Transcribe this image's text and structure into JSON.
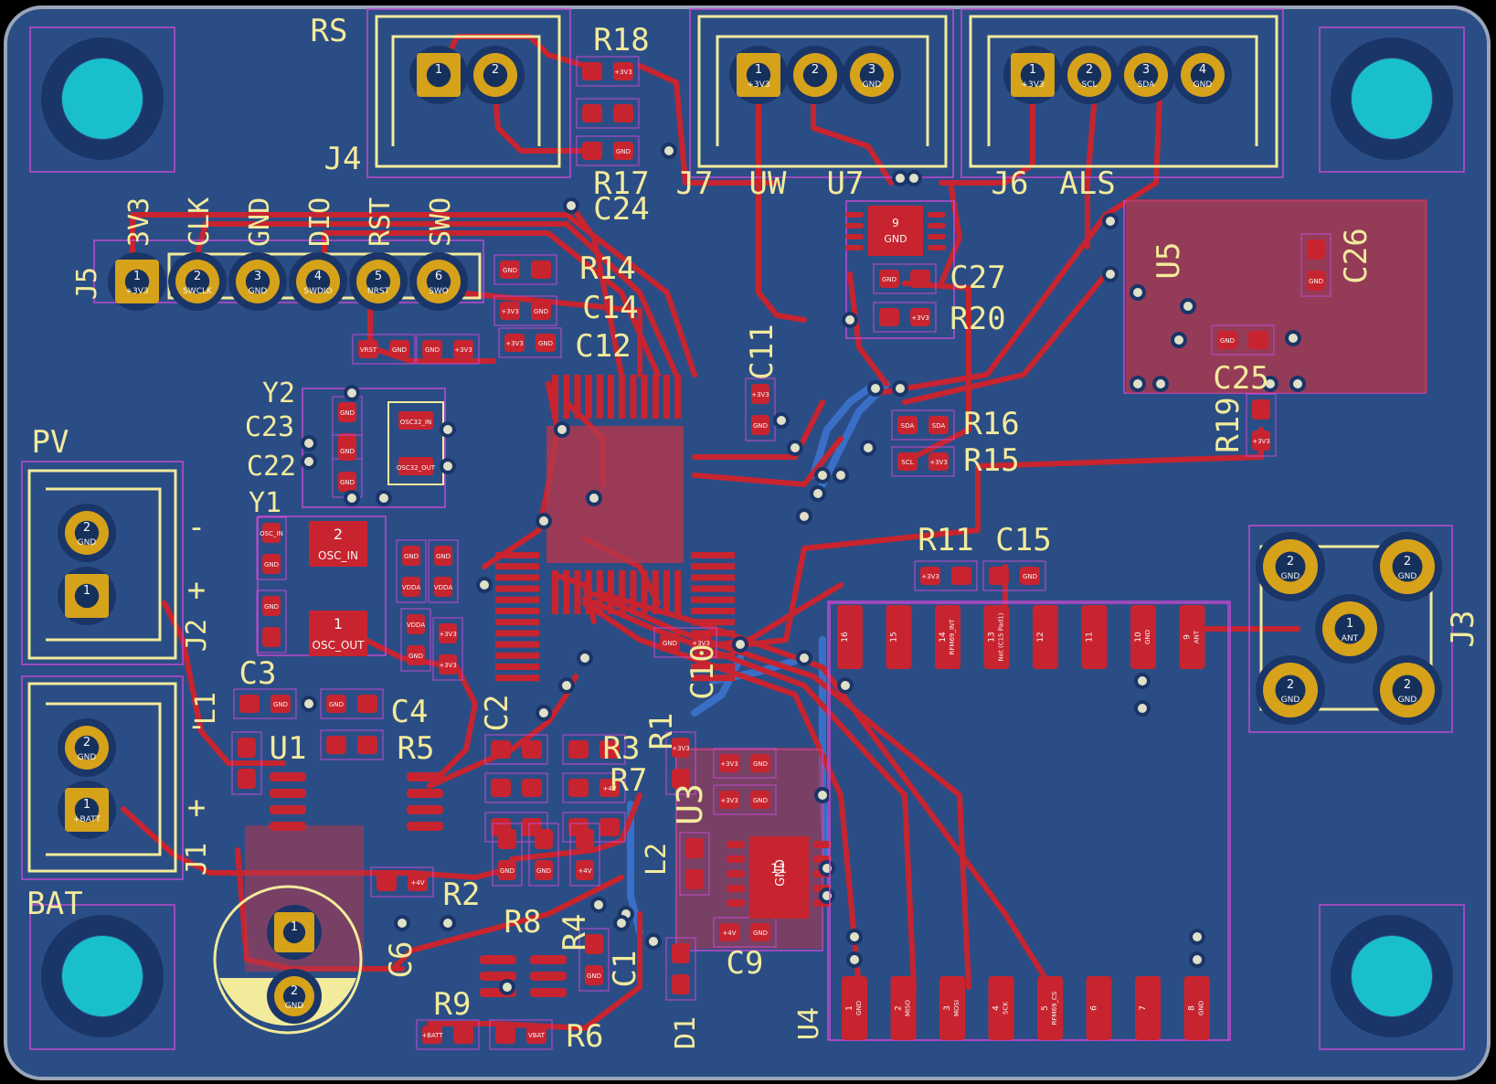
{
  "board": {
    "colors": {
      "board": "#2b4d85",
      "copper_top": "#c8242f",
      "copper_bottom": "#3a6fc7",
      "silkscreen": "#f2eb9c",
      "courtyard": "#c04ad0",
      "pad_gold": "#d6a21a",
      "via": "#e0e0c8",
      "mounting_hole": "#19c0cc"
    },
    "board_labels": [
      {
        "id": "rs",
        "text": "RS"
      },
      {
        "id": "j4",
        "text": "J4"
      },
      {
        "id": "r18",
        "text": "R18"
      },
      {
        "id": "r17",
        "text": "R17"
      },
      {
        "id": "c24",
        "text": "C24"
      },
      {
        "id": "j7",
        "text": "J7"
      },
      {
        "id": "uw",
        "text": "UW"
      },
      {
        "id": "u7",
        "text": "U7"
      },
      {
        "id": "j6",
        "text": "J6"
      },
      {
        "id": "als",
        "text": "ALS"
      },
      {
        "id": "j5",
        "text": "J5"
      },
      {
        "id": "r14",
        "text": "R14"
      },
      {
        "id": "c14",
        "text": "C14"
      },
      {
        "id": "c12",
        "text": "C12"
      },
      {
        "id": "c27",
        "text": "C27"
      },
      {
        "id": "r20",
        "text": "R20"
      },
      {
        "id": "c11",
        "text": "C11"
      },
      {
        "id": "u5",
        "text": "U5"
      },
      {
        "id": "c26",
        "text": "C26"
      },
      {
        "id": "c25",
        "text": "C25"
      },
      {
        "id": "r19",
        "text": "R19"
      },
      {
        "id": "y2",
        "text": "Y2"
      },
      {
        "id": "c23",
        "text": "C23"
      },
      {
        "id": "c22",
        "text": "C22"
      },
      {
        "id": "y1",
        "text": "Y1"
      },
      {
        "id": "pv",
        "text": "PV"
      },
      {
        "id": "minus1",
        "text": "-"
      },
      {
        "id": "plus1",
        "text": "+"
      },
      {
        "id": "j2",
        "text": "J2"
      },
      {
        "id": "r16",
        "text": "R16"
      },
      {
        "id": "r15",
        "text": "R15"
      },
      {
        "id": "r11",
        "text": "R11"
      },
      {
        "id": "c15",
        "text": "C15"
      },
      {
        "id": "j3",
        "text": "J3"
      },
      {
        "id": "c3",
        "text": "C3"
      },
      {
        "id": "l1",
        "text": "L1"
      },
      {
        "id": "c4",
        "text": "C4"
      },
      {
        "id": "u1",
        "text": "U1"
      },
      {
        "id": "r5",
        "text": "R5"
      },
      {
        "id": "c2",
        "text": "C2"
      },
      {
        "id": "r3",
        "text": "R3"
      },
      {
        "id": "r7",
        "text": "R7"
      },
      {
        "id": "r1",
        "text": "R1"
      },
      {
        "id": "u3",
        "text": "U3"
      },
      {
        "id": "l2",
        "text": "L2"
      },
      {
        "id": "c10",
        "text": "C10"
      },
      {
        "id": "minus2",
        "text": "-"
      },
      {
        "id": "plus2",
        "text": "+"
      },
      {
        "id": "j1",
        "text": "J1"
      },
      {
        "id": "bat",
        "text": "BAT"
      },
      {
        "id": "c6",
        "text": "C6"
      },
      {
        "id": "r2",
        "text": "R2"
      },
      {
        "id": "r8",
        "text": "R8"
      },
      {
        "id": "r4",
        "text": "R4"
      },
      {
        "id": "c1",
        "text": "C1"
      },
      {
        "id": "c9",
        "text": "C9"
      },
      {
        "id": "r9",
        "text": "R9"
      },
      {
        "id": "r6",
        "text": "R6"
      },
      {
        "id": "d1",
        "text": "D1"
      },
      {
        "id": "u4",
        "text": "U4"
      }
    ],
    "header_j5_labels": [
      "3V3",
      "CLK",
      "GND",
      "DIO",
      "RST",
      "SWO"
    ],
    "j5_pins": [
      {
        "num": "1",
        "net": "+3V3"
      },
      {
        "num": "2",
        "net": "SWCLK"
      },
      {
        "num": "3",
        "net": "GND"
      },
      {
        "num": "4",
        "net": "SWDIO"
      },
      {
        "num": "5",
        "net": "NRST"
      },
      {
        "num": "6",
        "net": "SWO"
      }
    ],
    "j4_pins": [
      {
        "num": "1",
        "net": ""
      },
      {
        "num": "2",
        "net": ""
      }
    ],
    "j7_pins": [
      {
        "num": "1",
        "net": "+3V3"
      },
      {
        "num": "2",
        "net": ""
      },
      {
        "num": "3",
        "net": "GND"
      }
    ],
    "j6_pins": [
      {
        "num": "1",
        "net": "+3V3"
      },
      {
        "num": "2",
        "net": "SCL"
      },
      {
        "num": "3",
        "net": "SDA"
      },
      {
        "num": "4",
        "net": "GND"
      }
    ],
    "j2_pins": [
      {
        "num": "2",
        "net": "GND"
      },
      {
        "num": "1",
        "net": ""
      }
    ],
    "j1_pins": [
      {
        "num": "2",
        "net": "GND"
      },
      {
        "num": "1",
        "net": "+BATT"
      }
    ],
    "j3_pins": [
      {
        "num": "2",
        "net": "GND"
      },
      {
        "num": "2",
        "net": "GND"
      },
      {
        "num": "1",
        "net": "ANT"
      },
      {
        "num": "2",
        "net": "GND"
      },
      {
        "num": "2",
        "net": "GND"
      }
    ],
    "c6_pins": [
      {
        "num": "1",
        "net": ""
      },
      {
        "num": "2",
        "net": "GND"
      }
    ],
    "y1_pads": [
      {
        "num": "2",
        "net": "OSC_IN"
      },
      {
        "num": "1",
        "net": "OSC_OUT"
      }
    ],
    "u7_center": {
      "num": "9",
      "net": "GND"
    },
    "u3_center": {
      "num": "11",
      "net": "GND"
    },
    "u4_top_pads": [
      {
        "num": "16",
        "net": ""
      },
      {
        "num": "15",
        "net": ""
      },
      {
        "num": "14",
        "net": "RFM69_INT"
      },
      {
        "num": "13",
        "net": "Net (C15 Pad1)"
      },
      {
        "num": "12",
        "net": ""
      },
      {
        "num": "11",
        "net": ""
      },
      {
        "num": "10",
        "net": "GND"
      },
      {
        "num": "9",
        "net": "ANT"
      }
    ],
    "u4_bottom_pads": [
      {
        "num": "1",
        "net": "GND"
      },
      {
        "num": "2",
        "net": "MISO"
      },
      {
        "num": "3",
        "net": "MOSI"
      },
      {
        "num": "4",
        "net": "SCK"
      },
      {
        "num": "5",
        "net": "RFM69_CS"
      },
      {
        "num": "6",
        "net": ""
      },
      {
        "num": "7",
        "net": ""
      },
      {
        "num": "8",
        "net": "GND"
      }
    ],
    "small_pad_nets": {
      "vrst": "VRST",
      "gnd": "GND",
      "p3v3": "+3V3",
      "osc32_in": "OSC32_IN",
      "osc32_out": "OSC32_OUT",
      "vdda": "VDDA",
      "sda": "SDA",
      "scl": "SCL",
      "p4v": "+4V",
      "pbatt": "+BATT",
      "vbat": "VBAT",
      "osc_in": "OSC_IN"
    }
  }
}
